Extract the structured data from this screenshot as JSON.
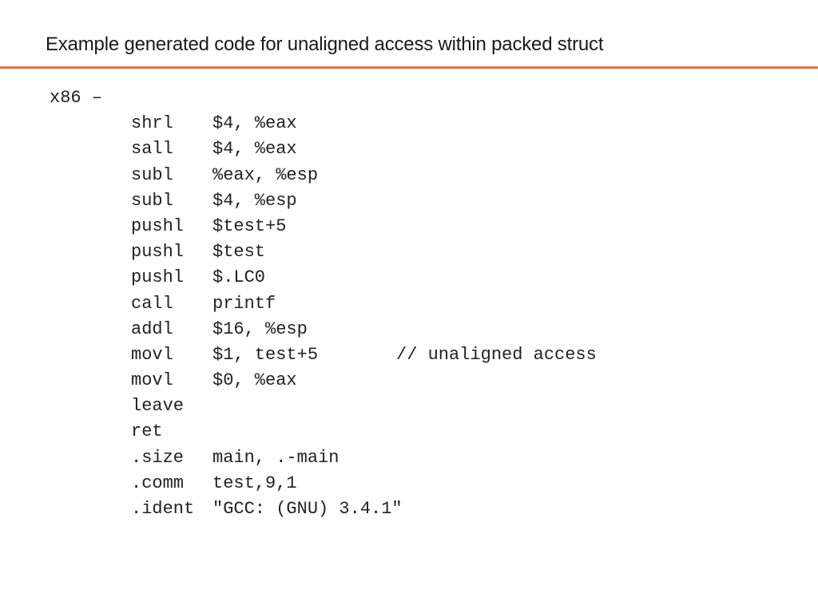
{
  "title": "Example generated code for unaligned access within packed struct",
  "code": {
    "label": "x86 –",
    "lines": [
      {
        "op": "shrl",
        "args": "$4, %eax",
        "comment": ""
      },
      {
        "op": "sall",
        "args": "$4, %eax",
        "comment": ""
      },
      {
        "op": "subl",
        "args": "%eax, %esp",
        "comment": ""
      },
      {
        "op": "subl",
        "args": "$4, %esp",
        "comment": ""
      },
      {
        "op": "pushl",
        "args": "$test+5",
        "comment": ""
      },
      {
        "op": "pushl",
        "args": "$test",
        "comment": ""
      },
      {
        "op": "pushl",
        "args": "$.LC0",
        "comment": ""
      },
      {
        "op": "call",
        "args": "printf",
        "comment": ""
      },
      {
        "op": "addl",
        "args": "$16, %esp",
        "comment": ""
      },
      {
        "op": "movl",
        "args": "$1, test+5",
        "comment": "// unaligned access"
      },
      {
        "op": "movl",
        "args": "$0, %eax",
        "comment": ""
      },
      {
        "op": "leave",
        "args": "",
        "comment": ""
      },
      {
        "op": "ret",
        "args": "",
        "comment": ""
      },
      {
        "op": ".size",
        "args": "main, .-main",
        "comment": ""
      },
      {
        "op": ".comm",
        "args": "test,9,1",
        "comment": ""
      },
      {
        "op": ".ident",
        "args": "\"GCC: (GNU) 3.4.1\"",
        "comment": ""
      }
    ]
  }
}
